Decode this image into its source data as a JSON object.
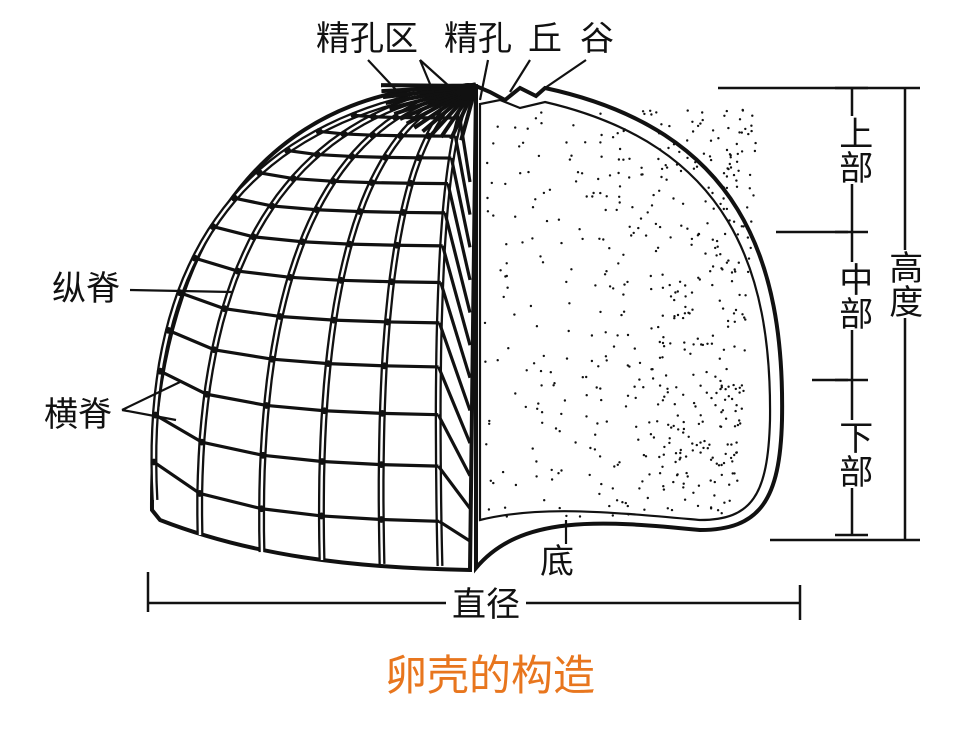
{
  "labels": {
    "micropyle_region": "精孔区",
    "micropyle": "精孔",
    "hill": "丘",
    "valley": "谷",
    "longitudinal_ridge": "纵脊",
    "transverse_ridge": "横脊",
    "base": "底",
    "diameter": "直径",
    "height": "高度",
    "upper_part": "上部",
    "middle_part": "中部",
    "lower_part": "下部"
  },
  "caption": "卵壳的构造",
  "colors": {
    "caption": "#E8761E",
    "ink": "#111111"
  }
}
